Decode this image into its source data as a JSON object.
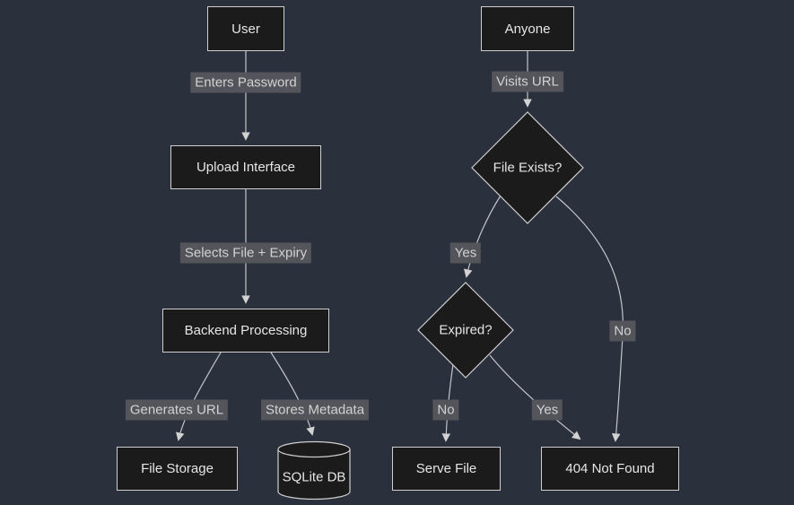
{
  "diagram": {
    "type": "flowchart",
    "theme_colors": {
      "background": "#2a303c",
      "node_fill": "#1b1b1b",
      "node_border": "#cfcfcf",
      "node_text": "#e6e6e6",
      "edge_line": "#c2c6ca",
      "edge_label_background": "#53555a",
      "edge_label_text": "#d2d2d2"
    },
    "left_flow": {
      "nodes": {
        "user": {
          "label": "User",
          "shape": "rect"
        },
        "upload_interface": {
          "label": "Upload Interface",
          "shape": "rect"
        },
        "backend_processing": {
          "label": "Backend Processing",
          "shape": "rect"
        },
        "file_storage": {
          "label": "File Storage",
          "shape": "rect"
        },
        "sqlite_db": {
          "label": "SQLite DB",
          "shape": "cylinder"
        }
      },
      "edges": [
        {
          "from": "user",
          "to": "upload_interface",
          "label": "Enters Password"
        },
        {
          "from": "upload_interface",
          "to": "backend_processing",
          "label": "Selects File + Expiry"
        },
        {
          "from": "backend_processing",
          "to": "file_storage",
          "label": "Generates URL"
        },
        {
          "from": "backend_processing",
          "to": "sqlite_db",
          "label": "Stores Metadata"
        }
      ],
      "edge_labels": {
        "enters_password": "Enters Password",
        "selects_file_expiry": "Selects File + Expiry",
        "generates_url": "Generates URL",
        "stores_metadata": "Stores Metadata"
      }
    },
    "right_flow": {
      "nodes": {
        "anyone": {
          "label": "Anyone",
          "shape": "rect"
        },
        "file_exists": {
          "label": "File Exists?",
          "shape": "diamond"
        },
        "expired": {
          "label": "Expired?",
          "shape": "diamond"
        },
        "serve_file": {
          "label": "Serve File",
          "shape": "rect"
        },
        "not_found": {
          "label": "404 Not Found",
          "shape": "rect"
        }
      },
      "edges": [
        {
          "from": "anyone",
          "to": "file_exists",
          "label": "Visits URL"
        },
        {
          "from": "file_exists",
          "to": "expired",
          "label": "Yes"
        },
        {
          "from": "file_exists",
          "to": "not_found",
          "label": "No"
        },
        {
          "from": "expired",
          "to": "serve_file",
          "label": "No"
        },
        {
          "from": "expired",
          "to": "not_found",
          "label": "Yes"
        }
      ],
      "edge_labels": {
        "visits_url": "Visits URL",
        "file_exists_yes": "Yes",
        "file_exists_no": "No",
        "expired_no": "No",
        "expired_yes": "Yes"
      }
    }
  }
}
